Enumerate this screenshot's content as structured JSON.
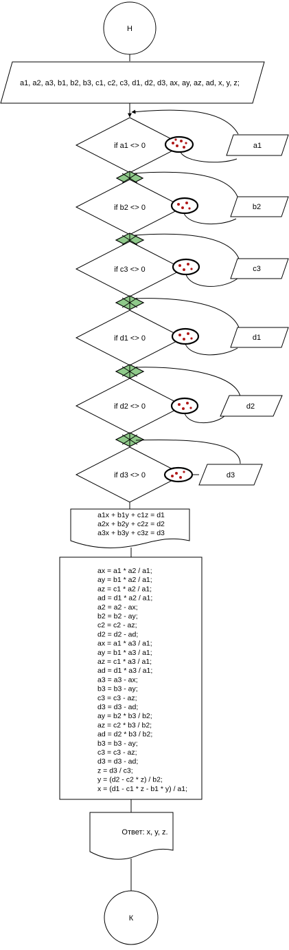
{
  "start_label": "Н",
  "end_label": "К",
  "input_params": "a1, a2, a3, b1, b2, b3, c1, c2, c3, d1, d2, d3, ax, ay, az, ad, x, y, z;",
  "checks": [
    {
      "condition": "if a1 <> 0",
      "output": "a1"
    },
    {
      "condition": "if b2 <> 0",
      "output": "b2"
    },
    {
      "condition": "if c3 <> 0",
      "output": "c3"
    },
    {
      "condition": "if d1 <> 0",
      "output": "d1"
    },
    {
      "condition": "if d2 <> 0",
      "output": "d2"
    },
    {
      "condition": "if d3 <> 0",
      "output": "d3"
    }
  ],
  "system": [
    "a1x + b1y + c1z = d1",
    "a2x + b2y + c2z = d2",
    "a3x + b3y + c3z = d3"
  ],
  "process": [
    "ax = a1 * a2 / a1;",
    "ay = b1 * a2 / a1;",
    "az = c1 * a2 / a1;",
    "ad = d1 * a2 / a1;",
    "a2 = a2 - ax;",
    "b2 = b2 - ay;",
    "c2 = c2 - az;",
    "d2 = d2 - ad;",
    "ax = a1 * a3 / a1;",
    "ay = b1 * a3 / a1;",
    "az = c1 * a3 / a1;",
    "ad = d1 * a3 / a1;",
    "a3 = a3 - ax;",
    "b3 = b3 - ay;",
    "c3 = c3 - az;",
    "d3 = d3 - ad;",
    "ay = b2 * b3 / b2;",
    "az = c2 * b3 / b2;",
    "ad = d2 * b3 / b2;",
    "b3 = b3 - ay;",
    "c3 = c3 - az;",
    "d3 = d3 - ad;",
    "z = d3 / c3;",
    "y = (d2 - c2 * z) / b2;",
    "x = (d1 - c1 * z - b1 * y) / a1;"
  ],
  "answer": "Ответ: x, y, z."
}
